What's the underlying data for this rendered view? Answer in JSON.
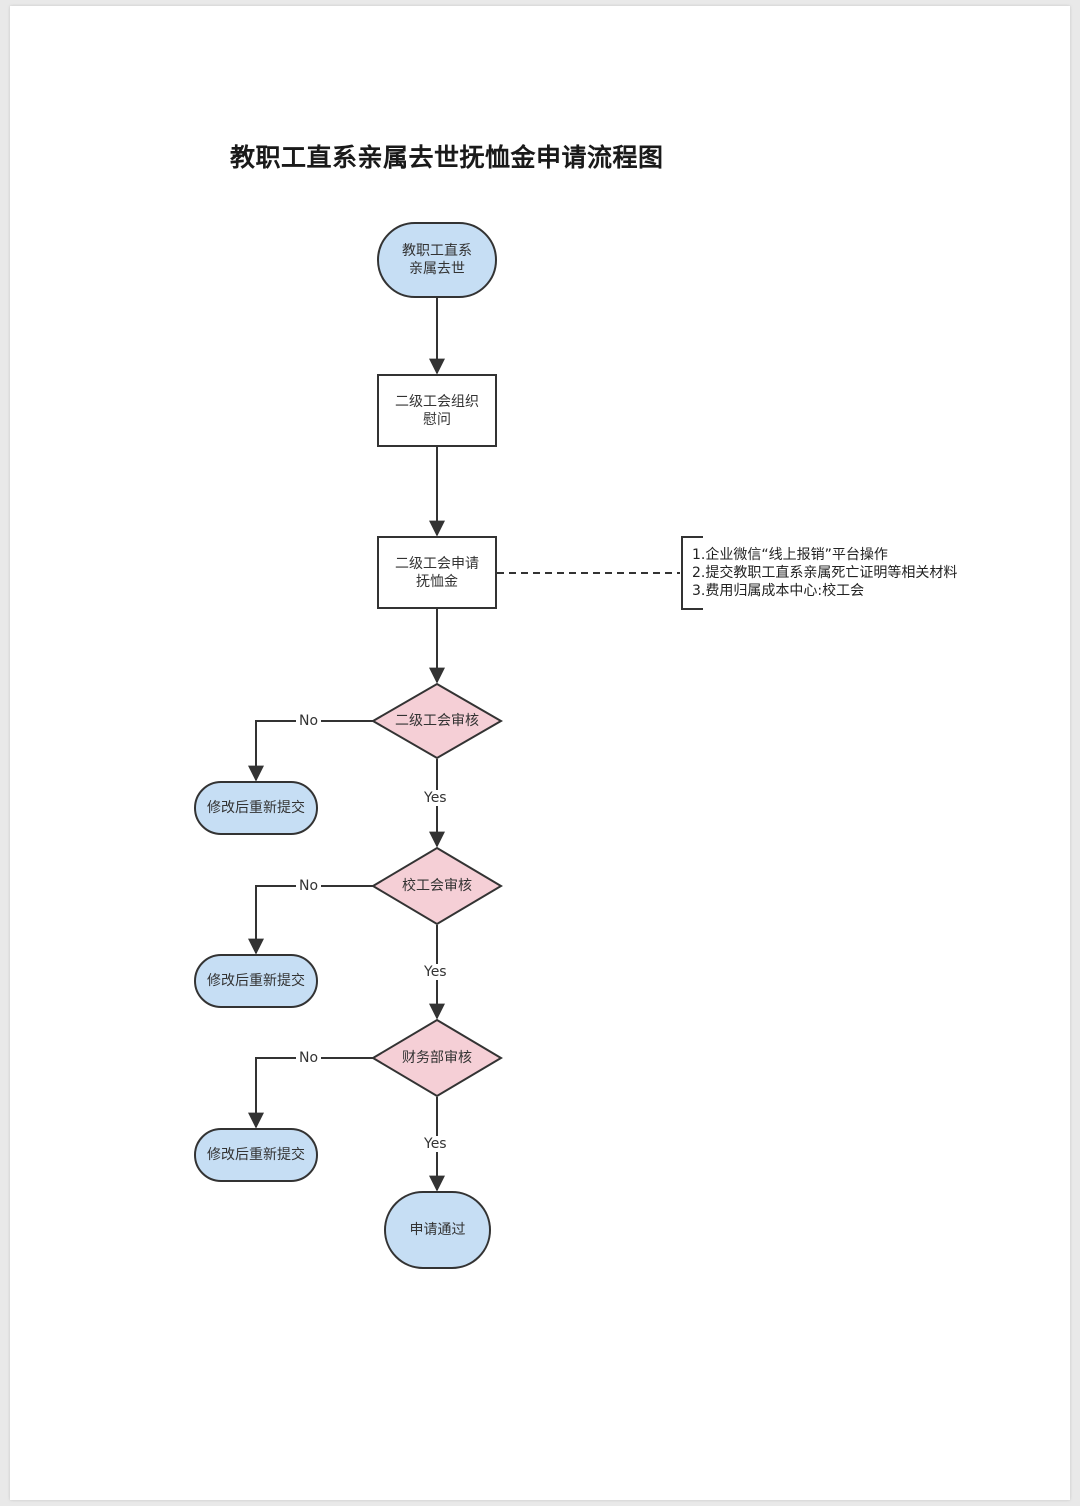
{
  "title": "教职工直系亲属去世抚恤金申请流程图",
  "colors": {
    "terminal_fill": "#c6def4",
    "decision_fill": "#f5cfd6",
    "stroke": "#333333"
  },
  "nodes": {
    "start": {
      "line1": "教职工直系",
      "line2": "亲属去世"
    },
    "visit": {
      "line1": "二级工会组织",
      "line2": "慰问"
    },
    "apply": {
      "line1": "二级工会申请",
      "line2": "抚恤金"
    },
    "review1": {
      "label": "二级工会审核"
    },
    "review2": {
      "label": "校工会审核"
    },
    "review3": {
      "label": "财务部审核"
    },
    "resubmit1": {
      "label": "修改后重新提交"
    },
    "resubmit2": {
      "label": "修改后重新提交"
    },
    "resubmit3": {
      "label": "修改后重新提交"
    },
    "end": {
      "label": "申请通过"
    }
  },
  "edges": {
    "yes1": "Yes",
    "yes2": "Yes",
    "yes3": "Yes",
    "no1": "No",
    "no2": "No",
    "no3": "No"
  },
  "note": {
    "line1": "1.企业微信“线上报销”平台操作",
    "line2": "2.提交教职工直系亲属死亡证明等相关材料",
    "line3": "3.费用归属成本中心:校工会"
  }
}
